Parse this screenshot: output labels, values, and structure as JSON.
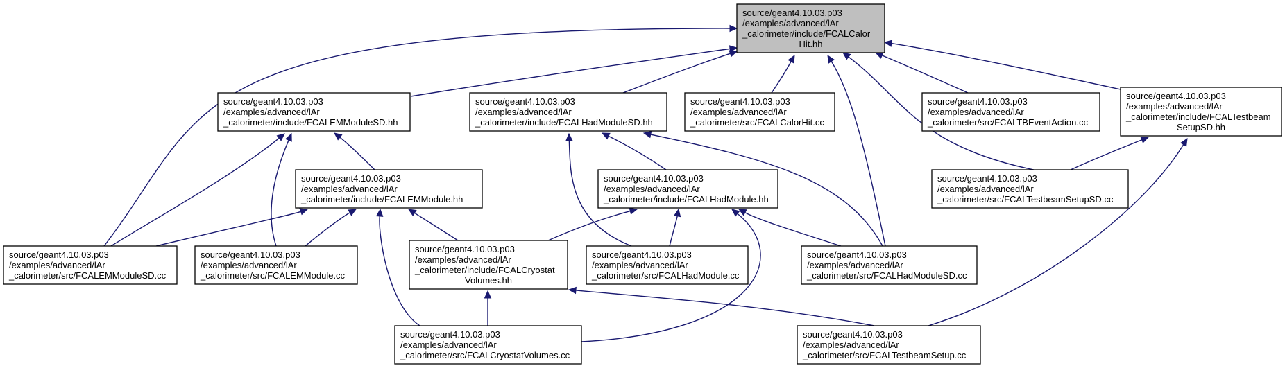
{
  "nodes": [
    {
      "id": "root",
      "lines": [
        "source/geant4.10.03.p03",
        "/examples/advanced/lAr",
        "_calorimeter/include/FCALCalor",
        "Hit.hh"
      ],
      "highlight": true
    },
    {
      "id": "emmodulesd_hh",
      "lines": [
        "source/geant4.10.03.p03",
        "/examples/advanced/lAr",
        "_calorimeter/include/FCALEMModuleSD.hh"
      ]
    },
    {
      "id": "hadmodulesd_hh",
      "lines": [
        "source/geant4.10.03.p03",
        "/examples/advanced/lAr",
        "_calorimeter/include/FCALHadModuleSD.hh"
      ]
    },
    {
      "id": "calorhit_cc",
      "lines": [
        "source/geant4.10.03.p03",
        "/examples/advanced/lAr",
        "_calorimeter/src/FCALCalorHit.cc"
      ]
    },
    {
      "id": "tbeventaction_cc",
      "lines": [
        "source/geant4.10.03.p03",
        "/examples/advanced/lAr",
        "_calorimeter/src/FCALTBEventAction.cc"
      ]
    },
    {
      "id": "testbeamsetupsd_hh",
      "lines": [
        "source/geant4.10.03.p03",
        "/examples/advanced/lAr",
        "_calorimeter/include/FCALTestbeam",
        "SetupSD.hh"
      ]
    },
    {
      "id": "emmodule_hh",
      "lines": [
        "source/geant4.10.03.p03",
        "/examples/advanced/lAr",
        "_calorimeter/include/FCALEMModule.hh"
      ]
    },
    {
      "id": "hadmodule_hh",
      "lines": [
        "source/geant4.10.03.p03",
        "/examples/advanced/lAr",
        "_calorimeter/include/FCALHadModule.hh"
      ]
    },
    {
      "id": "testbeamsetupsd_cc",
      "lines": [
        "source/geant4.10.03.p03",
        "/examples/advanced/lAr",
        "_calorimeter/src/FCALTestbeamSetupSD.cc"
      ]
    },
    {
      "id": "emmodulesd_cc",
      "lines": [
        "source/geant4.10.03.p03",
        "/examples/advanced/lAr",
        "_calorimeter/src/FCALEMModuleSD.cc"
      ]
    },
    {
      "id": "emmodule_cc",
      "lines": [
        "source/geant4.10.03.p03",
        "/examples/advanced/lAr",
        "_calorimeter/src/FCALEMModule.cc"
      ]
    },
    {
      "id": "cryostat_hh",
      "lines": [
        "source/geant4.10.03.p03",
        "/examples/advanced/lAr",
        "_calorimeter/include/FCALCryostat",
        "Volumes.hh"
      ]
    },
    {
      "id": "hadmodule_cc",
      "lines": [
        "source/geant4.10.03.p03",
        "/examples/advanced/lAr",
        "_calorimeter/src/FCALHadModule.cc"
      ]
    },
    {
      "id": "hadmodulesd_cc",
      "lines": [
        "source/geant4.10.03.p03",
        "/examples/advanced/lAr",
        "_calorimeter/src/FCALHadModuleSD.cc"
      ]
    },
    {
      "id": "cryostat_cc",
      "lines": [
        "source/geant4.10.03.p03",
        "/examples/advanced/lAr",
        "_calorimeter/src/FCALCryostatVolumes.cc"
      ]
    },
    {
      "id": "testbeamsetup_cc",
      "lines": [
        "source/geant4.10.03.p03",
        "/examples/advanced/lAr",
        "_calorimeter/src/FCALTestbeamSetup.cc"
      ]
    }
  ],
  "edges": [
    {
      "from": "emmodulesd_hh",
      "to": "root"
    },
    {
      "from": "hadmodulesd_hh",
      "to": "root"
    },
    {
      "from": "calorhit_cc",
      "to": "root"
    },
    {
      "from": "tbeventaction_cc",
      "to": "root"
    },
    {
      "from": "testbeamsetupsd_hh",
      "to": "root"
    },
    {
      "from": "emmodulesd_cc",
      "to": "root"
    },
    {
      "from": "hadmodulesd_cc",
      "to": "root"
    },
    {
      "from": "testbeamsetupsd_cc",
      "to": "root"
    },
    {
      "from": "emmodulesd_cc",
      "to": "emmodulesd_hh"
    },
    {
      "from": "emmodule_cc",
      "to": "emmodulesd_hh"
    },
    {
      "from": "emmodule_hh",
      "to": "emmodulesd_hh"
    },
    {
      "from": "hadmodule_hh",
      "to": "hadmodulesd_hh"
    },
    {
      "from": "hadmodule_cc",
      "to": "hadmodulesd_hh"
    },
    {
      "from": "hadmodulesd_cc",
      "to": "hadmodulesd_hh"
    },
    {
      "from": "testbeamsetupsd_cc",
      "to": "testbeamsetupsd_hh"
    },
    {
      "from": "testbeamsetup_cc",
      "to": "testbeamsetupsd_hh"
    },
    {
      "from": "emmodulesd_cc",
      "to": "emmodule_hh"
    },
    {
      "from": "emmodule_cc",
      "to": "emmodule_hh"
    },
    {
      "from": "cryostat_hh",
      "to": "emmodule_hh"
    },
    {
      "from": "cryostat_cc",
      "to": "emmodule_hh"
    },
    {
      "from": "cryostat_hh",
      "to": "hadmodule_hh"
    },
    {
      "from": "hadmodule_cc",
      "to": "hadmodule_hh"
    },
    {
      "from": "hadmodulesd_cc",
      "to": "hadmodule_hh"
    },
    {
      "from": "cryostat_cc",
      "to": "hadmodule_hh"
    },
    {
      "from": "cryostat_cc",
      "to": "cryostat_hh"
    },
    {
      "from": "testbeamsetup_cc",
      "to": "cryostat_hh"
    }
  ]
}
